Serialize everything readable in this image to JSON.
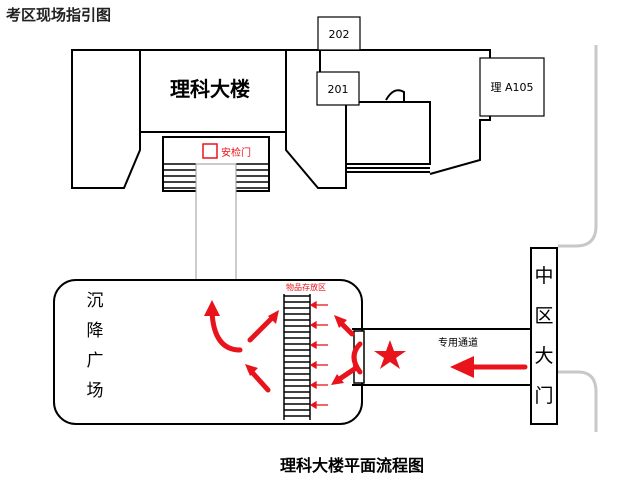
{
  "page_title": "考区现场指引图",
  "plan_title": "理科大楼平面流程图",
  "rooms": {
    "r202": "202",
    "r201": "201",
    "rA105": "理 A105"
  },
  "building": {
    "name": "理科大楼"
  },
  "security_gate": "安检门",
  "plaza": {
    "name": [
      "沉",
      "降",
      "广",
      "场"
    ]
  },
  "storage_area": "物品存放区",
  "passage": "专用通道",
  "main_gate": {
    "name": [
      "中",
      "区",
      "大",
      "门"
    ]
  },
  "colors": {
    "accent_red": "#e8131b",
    "outline": "#000000",
    "road": "#c8c8c8"
  }
}
